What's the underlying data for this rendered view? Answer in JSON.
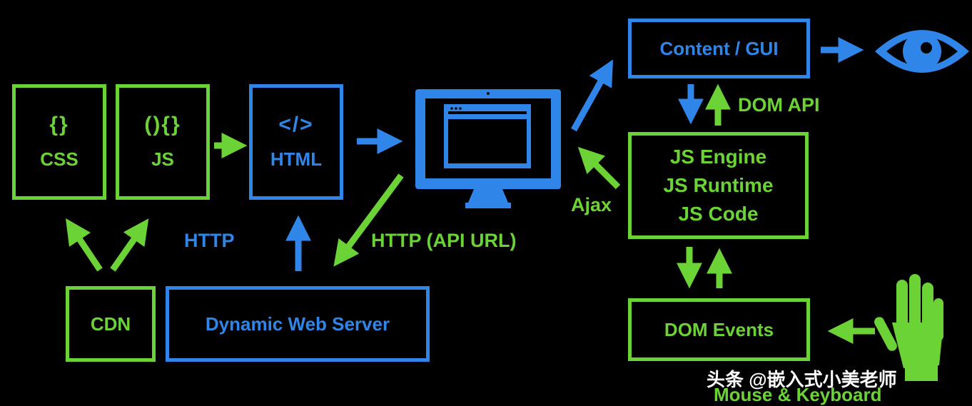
{
  "colors": {
    "green": "#6cd336",
    "blue": "#2f86e8",
    "background": "#000000"
  },
  "nodes": {
    "css": {
      "icon": "{}",
      "label": "CSS"
    },
    "js": {
      "icon": "(){}",
      "label": "JS"
    },
    "html": {
      "icon": "</>",
      "label": "HTML"
    },
    "cdn": {
      "label": "CDN"
    },
    "server": {
      "label": "Dynamic Web Server"
    },
    "content": {
      "label": "Content / GUI"
    },
    "engine": {
      "lines": [
        "JS Engine",
        "JS Runtime",
        "JS Code"
      ]
    },
    "events": {
      "label": "DOM Events"
    }
  },
  "edge_labels": {
    "http": "HTTP",
    "http_api": "HTTP (API URL)",
    "ajax": "Ajax",
    "dom_api": "DOM API",
    "mouse_keyboard": "Mouse & Keyboard"
  },
  "icons": [
    "monitor-icon",
    "eye-icon",
    "hand-icon"
  ],
  "watermark": "头条 @嵌入式小美老师"
}
